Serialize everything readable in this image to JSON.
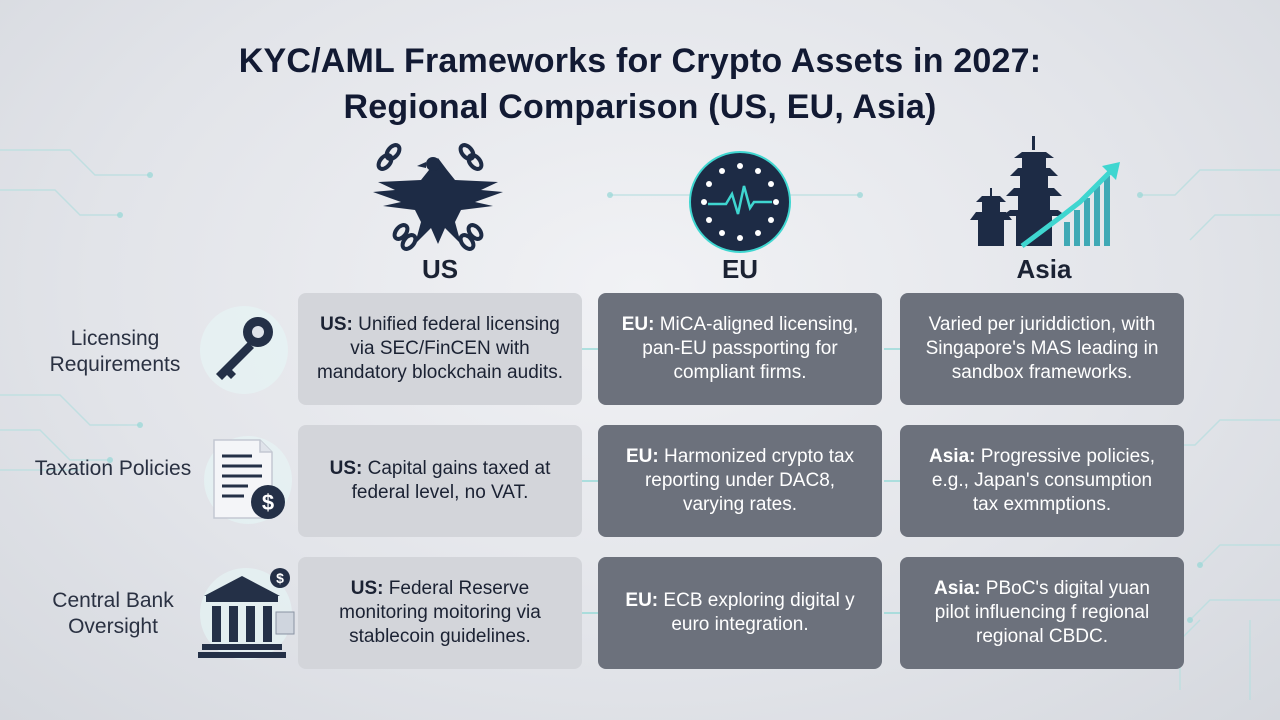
{
  "title": {
    "line1": "KYC/AML Frameworks for Crypto Assets in 2027:",
    "line2": "Regional Comparison (US, EU, Asia)"
  },
  "regions": [
    {
      "label": "US",
      "icon": "eagle-chain-icon"
    },
    {
      "label": "EU",
      "icon": "eu-stars-globe-icon"
    },
    {
      "label": "Asia",
      "icon": "pagoda-growth-chart-icon"
    }
  ],
  "rows": [
    {
      "label": "Licensing Requirements",
      "icon": "key-icon",
      "cells": [
        {
          "prefix": "US:",
          "text": " Unified federal licensing via SEC/FinCEN with mandatory blockchain audits."
        },
        {
          "prefix": "EU:",
          "text": " MiCA-aligned licensing, pan-EU passporting for compliant firms."
        },
        {
          "prefix": "",
          "text": "Varied per juriddiction, with Singapore's MAS leading in sandbox frameworks."
        }
      ]
    },
    {
      "label": "Taxation Policies",
      "icon": "tax-document-dollar-icon",
      "cells": [
        {
          "prefix": "US:",
          "text": " Capital gains taxed at federal level, no VAT."
        },
        {
          "prefix": "EU:",
          "text": " Harmonized crypto tax reporting under DAC8, varying rates."
        },
        {
          "prefix": "Asia:",
          "text": " Progressive policies, e.g., Japan's consumption tax exmmptions."
        }
      ]
    },
    {
      "label": "Central Bank Oversight",
      "icon": "bank-building-icon",
      "cells": [
        {
          "prefix": "US:",
          "text": " Federal Reserve monitoring moitoring via stablecoin guidelines."
        },
        {
          "prefix": "EU:",
          "text": " ECB exploring digital y euro integration."
        },
        {
          "prefix": "Asia:",
          "text": " PBoC's digital yuan pilot influencing f regional regional CBDC."
        }
      ]
    }
  ],
  "colors": {
    "title": "#121a33",
    "card_light": "#d3d5da",
    "card_dark": "#6c717c",
    "accent_teal": "#3fd6d0",
    "icon_navy": "#1d2b45"
  }
}
